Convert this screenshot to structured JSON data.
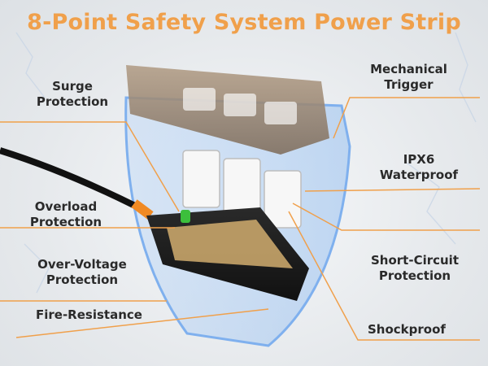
{
  "title": "8-Point Safety System Power Strip",
  "accent_color": "#f0a04b",
  "features": {
    "surge": {
      "line1": "Surge",
      "line2": "Protection"
    },
    "overload": {
      "line1": "Overload",
      "line2": "Protection"
    },
    "overvoltage": {
      "line1": "Over-Voltage",
      "line2": "Protection"
    },
    "fire": {
      "line1": "Fire-Resistance"
    },
    "mechanical": {
      "line1": "Mechanical",
      "line2": "Trigger"
    },
    "ipx6": {
      "line1": "IPX6",
      "line2": "Waterproof"
    },
    "shortcircuit": {
      "line1": "Short-Circuit",
      "line2": "Protection"
    },
    "shockproof": {
      "line1": "Shockproof"
    }
  }
}
